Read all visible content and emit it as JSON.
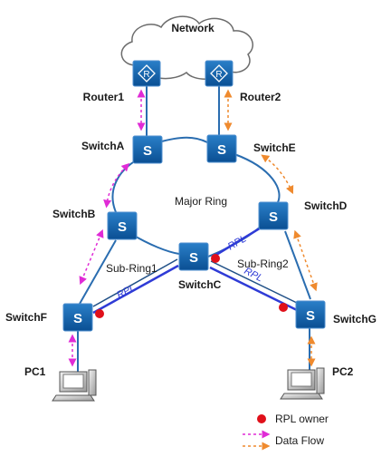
{
  "cloud": {
    "label": "Network"
  },
  "routers": [
    {
      "id": "router1",
      "label": "Router1",
      "glyph": "R"
    },
    {
      "id": "router2",
      "label": "Router2",
      "glyph": "R"
    }
  ],
  "switches": [
    {
      "id": "switch-a",
      "label": "SwitchA",
      "glyph": "S"
    },
    {
      "id": "switch-e",
      "label": "SwitchE",
      "glyph": "S"
    },
    {
      "id": "switch-b",
      "label": "SwitchB",
      "glyph": "S"
    },
    {
      "id": "switch-d",
      "label": "SwitchD",
      "glyph": "S"
    },
    {
      "id": "switch-c",
      "label": "SwitchC",
      "glyph": "S"
    },
    {
      "id": "switch-f",
      "label": "SwitchF",
      "glyph": "S"
    },
    {
      "id": "switch-g",
      "label": "SwitchG",
      "glyph": "S"
    }
  ],
  "pcs": [
    {
      "id": "pc1",
      "label": "PC1"
    },
    {
      "id": "pc2",
      "label": "PC2"
    }
  ],
  "rings": {
    "major": "Major Ring",
    "sub1": "Sub-Ring1",
    "sub2": "Sub-Ring2"
  },
  "rpl_label": "RPL",
  "legend": {
    "rpl_owner": "RPL owner",
    "data_flow": "Data Flow"
  },
  "colors": {
    "device_blue": "#0b5fa8",
    "device_edge": "#4f8fcf",
    "link": "#2a6db0",
    "rpl_line": "#2f3bd6",
    "rpl_owner_dot": "#e0101a",
    "flow_magenta": "#e02bd6",
    "flow_orange": "#ef8a2e"
  },
  "icons": {
    "router": "router-icon",
    "switch": "switch-icon",
    "pc": "pc-icon",
    "cloud": "cloud-icon"
  }
}
